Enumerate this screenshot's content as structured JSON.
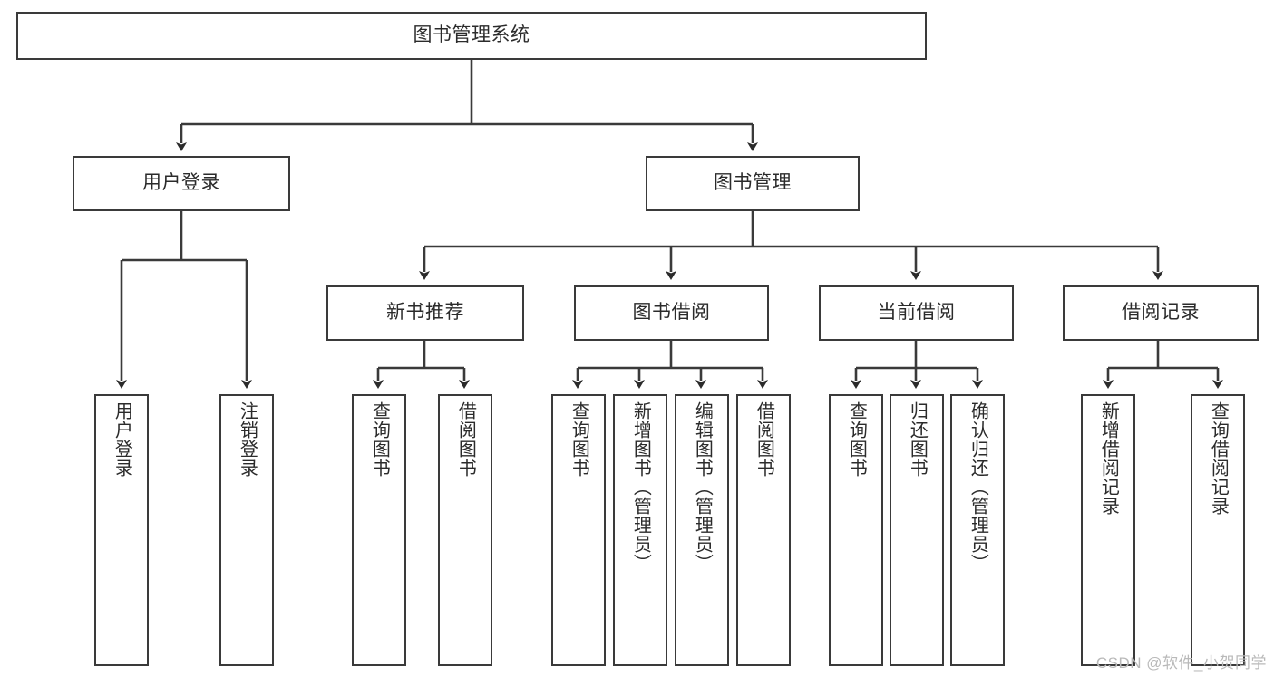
{
  "diagram": {
    "title": "图书管理系统",
    "type": "tree",
    "watermark": "CSDN @软件_小贺同学",
    "colors": {
      "stroke": "#3a3a3a",
      "text": "#2b2b2b",
      "background": "#ffffff",
      "watermark": "#b9b9b9"
    },
    "root": {
      "label": "图书管理系统"
    },
    "level1": [
      {
        "label": "用户登录"
      },
      {
        "label": "图书管理"
      }
    ],
    "level2": [
      {
        "label": "新书推荐"
      },
      {
        "label": "图书借阅"
      },
      {
        "label": "当前借阅"
      },
      {
        "label": "借阅记录"
      }
    ],
    "leaves": {
      "user_login": [
        {
          "label": "用户登录"
        },
        {
          "label": "注销登录"
        }
      ],
      "new_book_recommend": [
        {
          "label": "查询图书"
        },
        {
          "label": "借阅图书"
        }
      ],
      "book_borrow": [
        {
          "label": "查询图书"
        },
        {
          "label": "新增图书（管理员）"
        },
        {
          "label": "编辑图书（管理员）"
        },
        {
          "label": "借阅图书"
        }
      ],
      "current_borrow": [
        {
          "label": "查询图书"
        },
        {
          "label": "归还图书"
        },
        {
          "label": "确认归还（管理员）"
        }
      ],
      "borrow_record": [
        {
          "label": "新增借阅记录"
        },
        {
          "label": "查询借阅记录"
        }
      ]
    }
  }
}
